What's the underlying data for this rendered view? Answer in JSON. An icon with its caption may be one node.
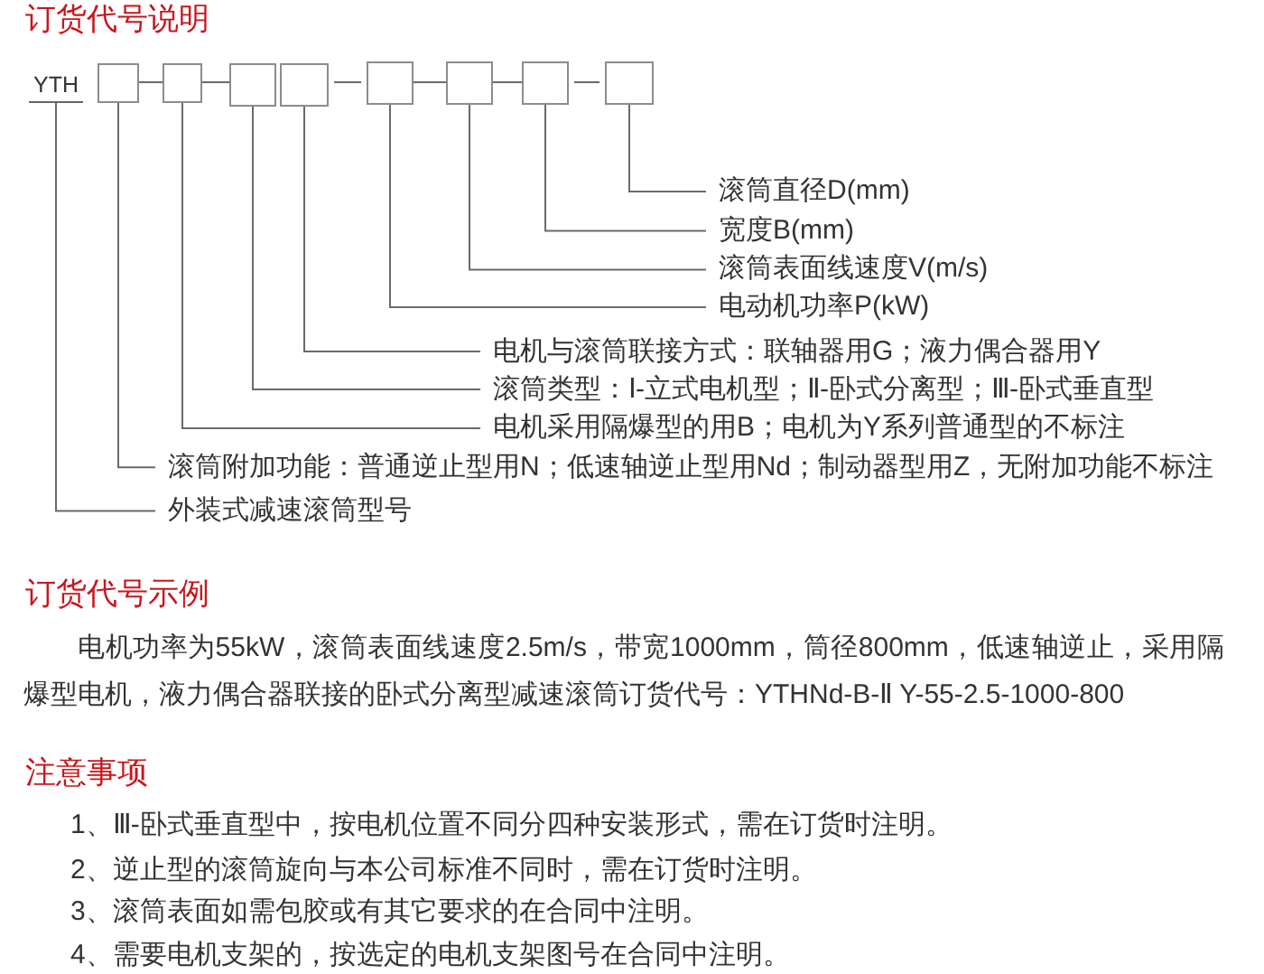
{
  "diagram": {
    "title": "订货代号说明",
    "nodes": [
      {
        "text": [
          "YTH"
        ]
      },
      {
        "text": [],
        "shape": "box"
      },
      {
        "text": [],
        "shape": "box"
      },
      {
        "text": [],
        "shape": "box"
      },
      {
        "text": [],
        "shape": "box"
      },
      {
        "text": [],
        "shape": "box"
      },
      {
        "text": [],
        "shape": "box"
      },
      {
        "text": [],
        "shape": "box"
      },
      {
        "text": [],
        "shape": "box"
      },
      {
        "text": [
          "滚筒直径D(mm)"
        ]
      },
      {
        "text": [
          "宽度B(mm)"
        ]
      },
      {
        "text": [
          "滚筒表面线速度V(m/s)"
        ]
      },
      {
        "text": [
          "电动机功率P(kW)"
        ]
      },
      {
        "text": [
          "电机与滚筒联接方式：联轴器用G；液力偶合器用Y"
        ]
      },
      {
        "text": [
          "滚筒类型：Ⅰ-立式电机型；Ⅱ-卧式分离型；Ⅲ-卧式垂直型"
        ]
      },
      {
        "text": [
          "电机采用隔爆型的用B；电机为Y系列普通型的不标注"
        ]
      },
      {
        "text": [
          "滚筒附加功能：普通逆止型用N；低速轴逆止型用Nd；制动器型用Z，无附加功能不标注"
        ]
      },
      {
        "text": [
          "外装式减速滚筒型号"
        ]
      }
    ],
    "edges": [
      {
        "from": 1,
        "to": 2,
        "arrow": "none"
      },
      {
        "from": 2,
        "to": 3,
        "arrow": "none"
      },
      {
        "from": 4,
        "to": 5,
        "arrow": "none"
      },
      {
        "from": 5,
        "to": 6,
        "arrow": "none"
      },
      {
        "from": 6,
        "to": 7,
        "arrow": "none"
      },
      {
        "from": 7,
        "to": 8,
        "arrow": "none"
      },
      {
        "from": 9,
        "to": 8,
        "arrow": "none"
      },
      {
        "from": 10,
        "to": 7,
        "arrow": "none"
      },
      {
        "from": 11,
        "to": 6,
        "arrow": "none"
      },
      {
        "from": 12,
        "to": 5,
        "arrow": "none"
      },
      {
        "from": 13,
        "to": 4,
        "arrow": "none"
      },
      {
        "from": 14,
        "to": 3,
        "arrow": "none"
      },
      {
        "from": 15,
        "to": 2,
        "arrow": "none"
      },
      {
        "from": 16,
        "to": 1,
        "arrow": "none"
      },
      {
        "from": 17,
        "to": 0,
        "arrow": "none"
      }
    ],
    "labels": [
      "订货代号示例",
      "电机功率为55kW，滚筒表面线速度2.5m/s，带宽1000mm，筒径800mm，低速轴逆止，采用隔爆型电机，液力偶合器联接的卧式分离型减速滚筒订货代号：YTHNd-B-Ⅱ Y-55-2.5-1000-800",
      "注意事项",
      "1、Ⅲ-卧式垂直型中，按电机位置不同分四种安装形式，需在订货时注明。",
      "2、逆止型的滚筒旋向与本公司标准不同时，需在订货时注明。",
      "3、滚筒表面如需包胶或有其它要求的在合同中注明。",
      "4、需要电机支架的，按选定的电机支架图号在合同中注明。"
    ]
  }
}
